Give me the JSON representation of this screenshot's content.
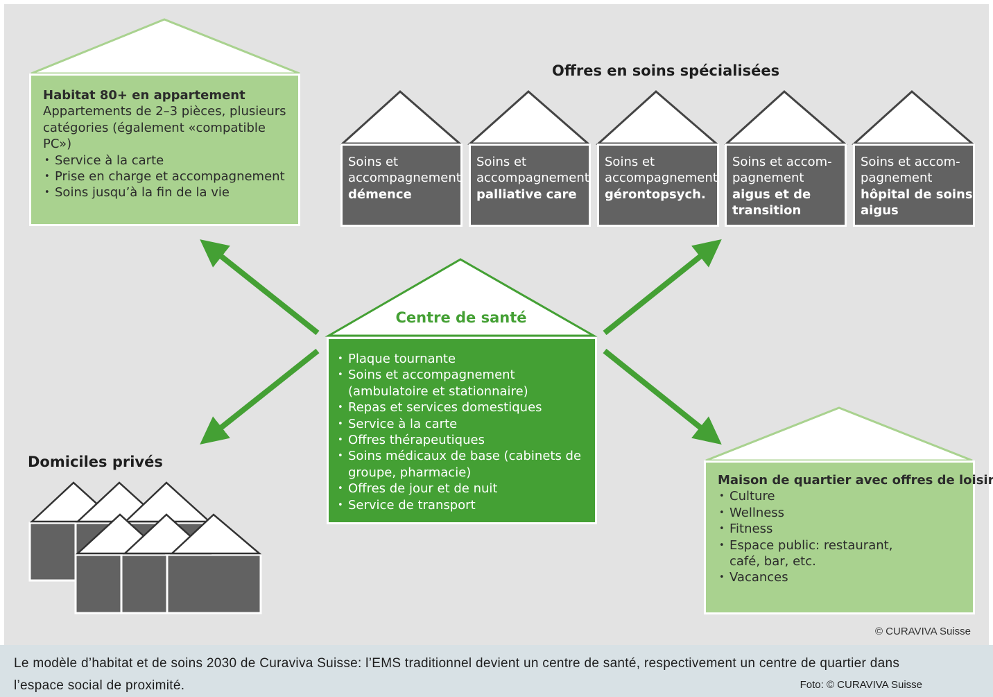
{
  "habitat": {
    "title": "Habitat 80+ en appartement",
    "desc": "Appartements de 2–3 pièces, plusieurs catégories (également «compatible PC»)",
    "items": [
      "Service à la carte",
      "Prise en charge et accompagnement",
      "Soins jusqu’à la fin de la vie"
    ]
  },
  "specialized": {
    "heading": "Offres en soins spécialisées",
    "houses": [
      {
        "line1": "Soins et accompagnement",
        "line2": "démence"
      },
      {
        "line1": "Soins et accompagnement",
        "line2": "palliative care"
      },
      {
        "line1": "Soins et accompagnement",
        "line2": "gérontopsych."
      },
      {
        "line1": "Soins et accom-pagnement",
        "line2": "aigus et de transition"
      },
      {
        "line1": "Soins et accom-pagnement",
        "line2": "hôpital de soins aigus"
      }
    ]
  },
  "centre": {
    "title": "Centre de santé",
    "items": [
      "Plaque tournante",
      "Soins et accompagnement (ambulatoire et stationnaire)",
      "Repas et services domestiques",
      "Service à la carte",
      "Offres thérapeutiques",
      "Soins médicaux de base (cabinets de groupe, pharmacie)",
      "Offres de jour et de nuit",
      "Service de transport"
    ]
  },
  "domiciles": {
    "title": "Domiciles privés"
  },
  "maison": {
    "title": "Maison de quartier avec offres de loisirs",
    "items": [
      "Culture",
      "Wellness",
      "Fitness",
      "Espace public: restaurant, café, bar, etc.",
      "Vacances"
    ]
  },
  "copyright": "© CURAVIVA Suisse",
  "caption": {
    "text": "Le modèle d’habitat et de soins 2030 de Curaviva Suisse: l’EMS traditionnel devient un centre de santé, respectivement un centre de quartier dans l’espace social de proximité.",
    "foto": "Foto: © CURAVIVA Suisse"
  },
  "colors": {
    "green_dark": "#44a034",
    "green_light": "#a9d28f",
    "grey_house": "#626262",
    "background": "#e3e3e3"
  }
}
